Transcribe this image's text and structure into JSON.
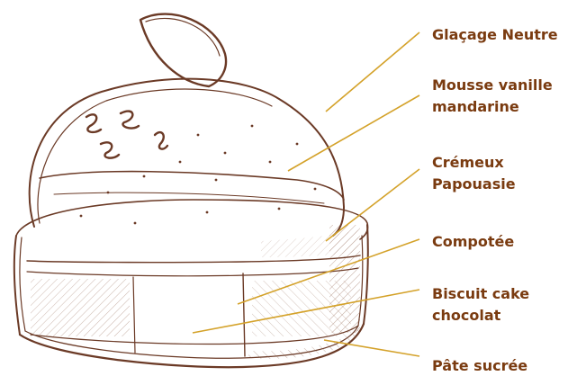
{
  "diagram": {
    "colors": {
      "label": "#7a3b10",
      "leader": "#d4a22a",
      "sketch": "#6b3a26"
    },
    "labels": [
      {
        "id": "glacage",
        "lines": [
          "Glaçage Neutre"
        ]
      },
      {
        "id": "mousse",
        "lines": [
          "Mousse vanille",
          "mandarine"
        ]
      },
      {
        "id": "cremeux",
        "lines": [
          "Crémeux",
          "Papouasie"
        ]
      },
      {
        "id": "compotee",
        "lines": [
          "Compotée"
        ]
      },
      {
        "id": "biscuit",
        "lines": [
          "Biscuit cake",
          "chocolat"
        ]
      },
      {
        "id": "pate",
        "lines": [
          "Pâte sucrée"
        ]
      }
    ]
  }
}
